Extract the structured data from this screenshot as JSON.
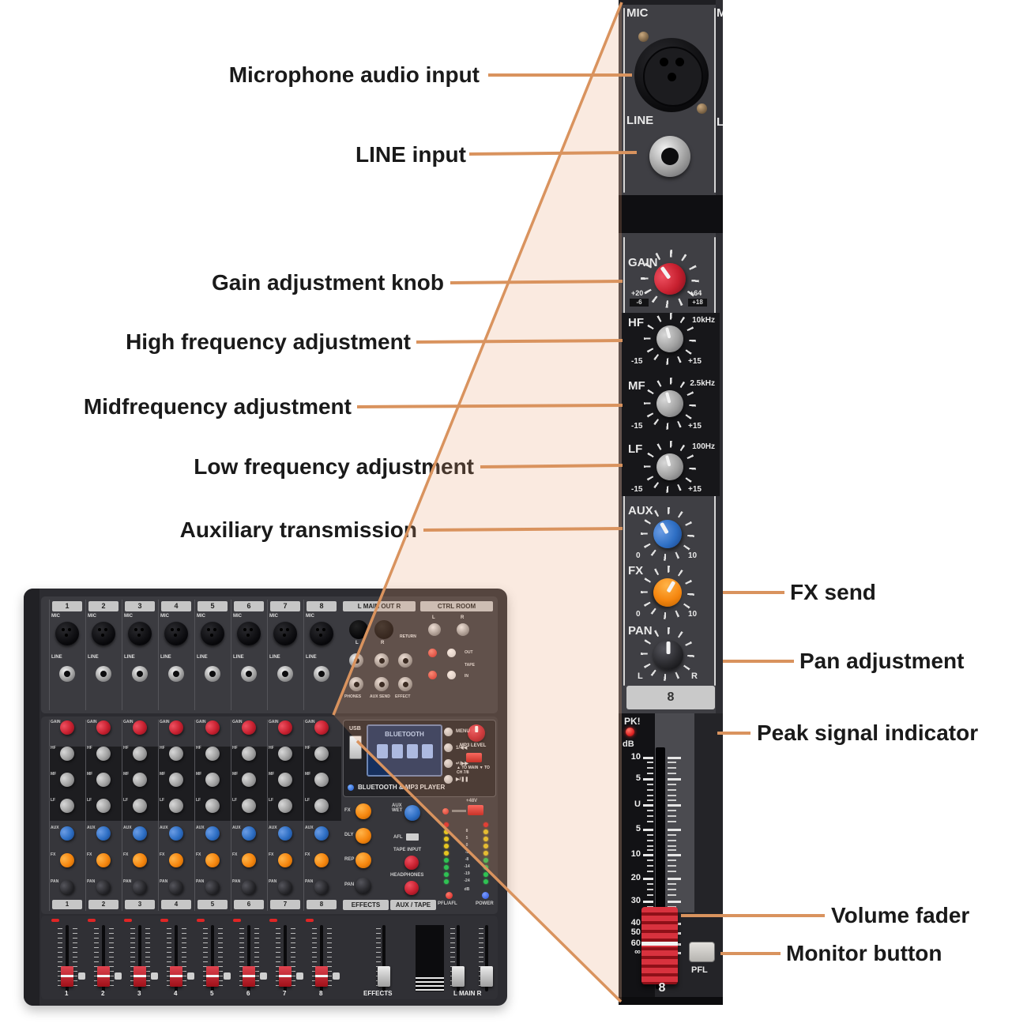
{
  "callouts_left": [
    "Microphone audio input",
    "LINE input",
    "Gain adjustment knob",
    "High frequency adjustment",
    "Midfrequency adjustment",
    "Low frequency adjustment",
    "Auxiliary transmission"
  ],
  "callouts_right": [
    "FX send",
    "Pan adjustment",
    "Peak signal indicator",
    "Volume fader",
    "Monitor button"
  ],
  "strip": {
    "mic_label": "MIC",
    "line_label": "LINE",
    "gain": {
      "label": "GAIN",
      "left_top": "+20",
      "left_bot": "-6",
      "right_top": "+64",
      "right_bot": "+18"
    },
    "eq": [
      {
        "label": "HF",
        "freq": "10kHz",
        "min": "-15",
        "max": "+15"
      },
      {
        "label": "MF",
        "freq": "2.5kHz",
        "min": "-15",
        "max": "+15"
      },
      {
        "label": "LF",
        "freq": "100Hz",
        "min": "-15",
        "max": "+15"
      }
    ],
    "aux": {
      "label": "AUX",
      "min": "0",
      "max": "10"
    },
    "fx": {
      "label": "FX",
      "min": "0",
      "max": "10"
    },
    "pan": {
      "label": "PAN",
      "min": "L",
      "max": "R"
    },
    "channel_number": "8",
    "pk_label": "PK!",
    "db_label": "dB",
    "fader_scale": [
      "10",
      "5",
      "U",
      "5",
      "10",
      "20",
      "30",
      "40",
      "50",
      "60",
      "∞"
    ],
    "pfl_label": "PFL",
    "bottom_number": "8",
    "edge_letters": {
      "mic": "M",
      "line": "L"
    }
  },
  "mixer": {
    "channel_numbers": [
      "1",
      "2",
      "3",
      "4",
      "5",
      "6",
      "7",
      "8"
    ],
    "jack_labels": {
      "mic": "MIC",
      "line": "LINE"
    },
    "main_out_label": "L MAIN OUT R",
    "ctrl_room_label": "CTRL ROOM",
    "lr_labels": {
      "l": "L",
      "r": "R"
    },
    "jack_sub_labels": [
      "PHONES",
      "AUX SEND",
      "EFFECT"
    ],
    "return_label": "RETURN",
    "tape_labels": [
      "OUT",
      "TAPE",
      "IN"
    ],
    "knob_rows": [
      {
        "label": "GAIN",
        "color": "red"
      },
      {
        "label": "HF",
        "color": "gray"
      },
      {
        "label": "MF",
        "color": "gray"
      },
      {
        "label": "LF",
        "color": "gray"
      },
      {
        "label": "AUX",
        "color": "blue"
      },
      {
        "label": "FX",
        "color": "orange"
      },
      {
        "label": "PAN",
        "color": "black"
      }
    ],
    "mp3": {
      "usb_label": "USB",
      "screen_text": "BLUETOOTH",
      "buttons": [
        "MENU",
        "1/◀◀",
        "↵/▶▶",
        "▶/❚❚"
      ],
      "level_label": "MP3 LEVEL",
      "route_label": "▲ TO MAIN ▼ TO CH 7/8",
      "title": "BLUETOOTH & MP3 PLAYER"
    },
    "effects": {
      "knob_labels": [
        "FX",
        "DLY",
        "REP",
        "PAN"
      ],
      "section_label": "EFFECTS"
    },
    "auxtape": {
      "wet_label": "AUX WET",
      "afl_label": "AFL",
      "tape_label": "TAPE INPUT",
      "phones_label": "HEADPHONES",
      "section_label": "AUX / TAPE"
    },
    "mains": {
      "phantom_label": "+48V",
      "meter_labels": [
        "",
        "8",
        "5",
        "0",
        "-5",
        "-8",
        "-14",
        "-19",
        "-24"
      ],
      "meter_db": "dB",
      "pfl_afl_label": "PFL/AFL",
      "power_label": "POWER",
      "section_label": "L  MAIN  R"
    },
    "pfl_label": "PFL"
  },
  "colors": {
    "accent_line": "#d9935e",
    "zoom_fill": "rgba(232,160,112,0.22)",
    "knobs": {
      "red": [
        "#ef5060",
        "#c7202f",
        "#7a0e1a"
      ],
      "gray": [
        "#d8d8d8",
        "#a0a0a0",
        "#636366"
      ],
      "blue": [
        "#6b9ce4",
        "#2e6fc4",
        "#173f80"
      ],
      "orange": [
        "#ffb449",
        "#f5860f",
        "#b35c00"
      ],
      "black": [
        "#55555c",
        "#2a2a2e",
        "#0a0a0c"
      ]
    },
    "fader_red": "#cf1f2d",
    "led_red": "#e02525",
    "led_yellow": "#e6c520",
    "led_green": "#2fc253",
    "led_blue": "#2a52d8",
    "screen_blue": "#16305e"
  }
}
